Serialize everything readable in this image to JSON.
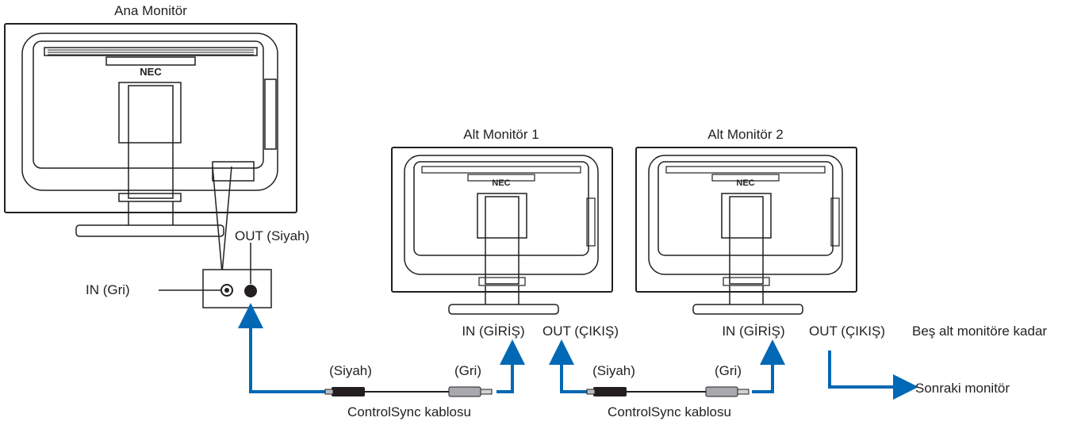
{
  "main_monitor": {
    "title": "Ana Monitör",
    "logo": "NEC"
  },
  "sub_monitor_1": {
    "title": "Alt Monitör 1",
    "logo": "NEC"
  },
  "sub_monitor_2": {
    "title": "Alt Monitör 2",
    "logo": "NEC"
  },
  "ports": {
    "main_out": "OUT (Siyah)",
    "main_in": "IN (Gri)",
    "sub1_in": "IN (GİRİŞ)",
    "sub1_out": "OUT (ÇIKIŞ)",
    "sub2_in": "IN (GİRİŞ)",
    "sub2_out": "OUT (ÇIKIŞ)"
  },
  "cables": [
    {
      "black_end": "(Siyah)",
      "gray_end": "(Gri)",
      "label": "ControlSync kablosu"
    },
    {
      "black_end": "(Siyah)",
      "gray_end": "(Gri)",
      "label": "ControlSync kablosu"
    }
  ],
  "notes": {
    "limit": "Beş alt monitöre kadar",
    "next": "Sonraki monitör"
  },
  "colors": {
    "arrow": "#0068b4",
    "line": "#231f20",
    "cable": "#231f20"
  }
}
